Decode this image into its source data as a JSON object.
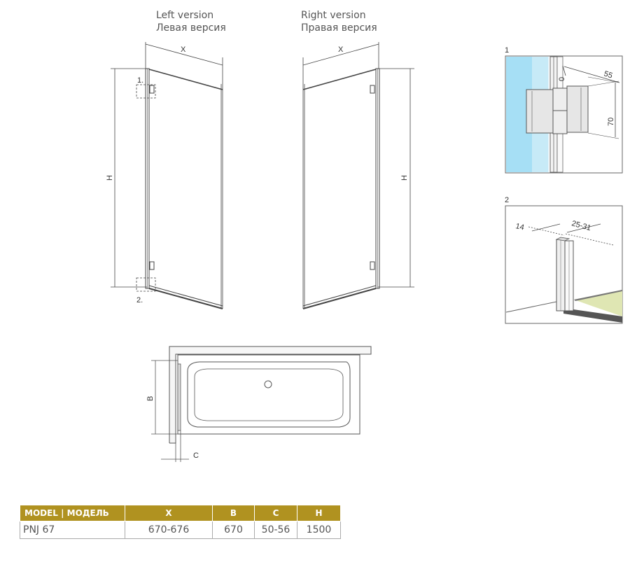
{
  "captions": {
    "left": {
      "en": "Left version",
      "ru": "Левая версия"
    },
    "right": {
      "en": "Right version",
      "ru": "Правая версия"
    }
  },
  "dims": {
    "x": "X",
    "h": "H",
    "b": "B",
    "c": "C"
  },
  "callouts": {
    "one": "1.",
    "two": "2."
  },
  "details": {
    "one": {
      "label": "1",
      "w": "55",
      "h": "70",
      "zero": "0"
    },
    "two": {
      "label": "2",
      "a": "14",
      "b": "25-31"
    }
  },
  "table": {
    "headers": [
      "MODEL | МОДЕЛЬ",
      "X",
      "B",
      "C",
      "H"
    ],
    "rows": [
      [
        "PNJ 67",
        "670-676",
        "670",
        "50-56",
        "1500"
      ]
    ]
  },
  "colors": {
    "header_bg": "#b09220",
    "glass_blue": "#a6dff5",
    "floor_green": "#dfe6b3"
  }
}
